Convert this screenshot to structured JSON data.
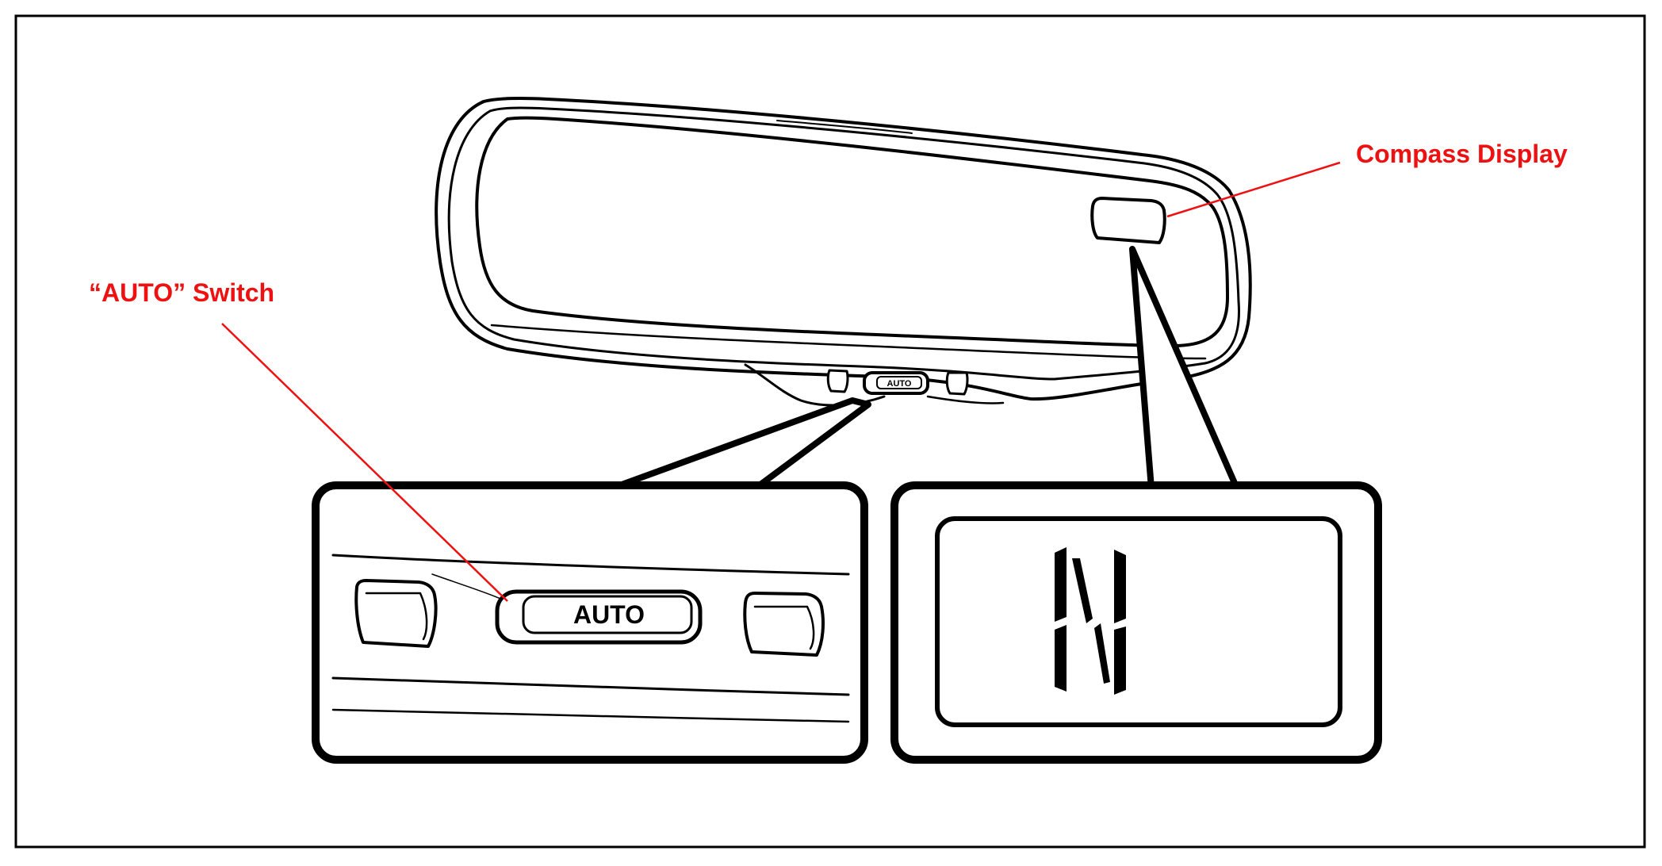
{
  "callouts": {
    "compass": "Compass Display",
    "auto_switch": "“AUTO” Switch"
  },
  "mirror_button_label": "AUTO",
  "detail_button_label": "AUTO",
  "compass_reading": "N",
  "colors": {
    "callout": "#ee1111",
    "ink": "#000000",
    "background": "#ffffff"
  }
}
